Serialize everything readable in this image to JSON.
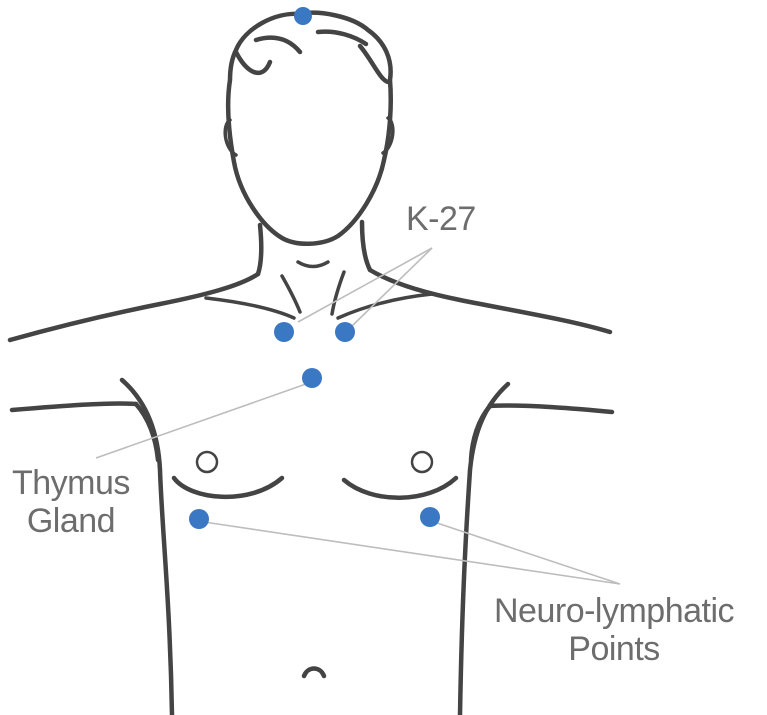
{
  "labels": {
    "k27": "K-27",
    "thymus_line1": "Thymus",
    "thymus_line2": "Gland",
    "neuro_line1": "Neuro-lymphatic",
    "neuro_line2": "Points"
  },
  "colors": {
    "point": "#3a78c4",
    "outline": "#444444",
    "leader": "#bdbdbd",
    "text": "#6d6d6d",
    "nipple": "#ffffff"
  }
}
